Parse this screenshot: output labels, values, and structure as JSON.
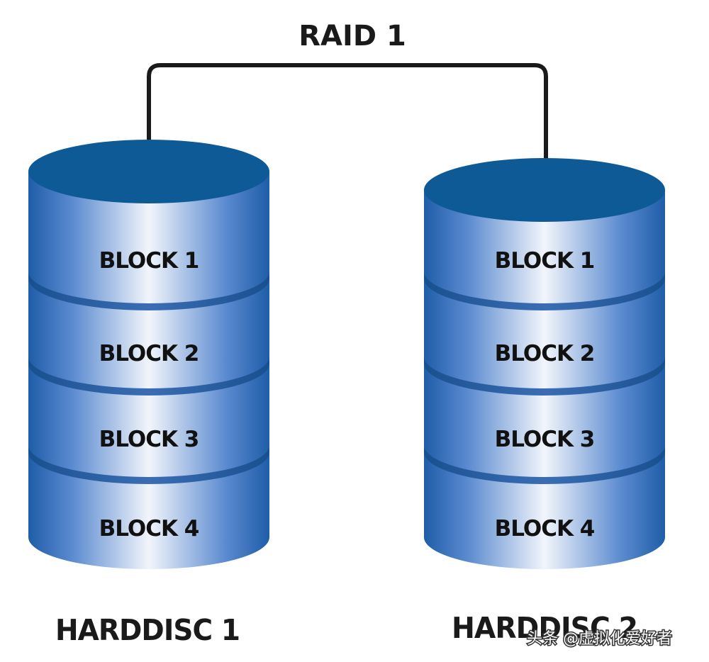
{
  "title": "RAID 1",
  "colors": {
    "disk_top": "#0d5a96",
    "disk_edge": "#1f5da8",
    "disk_mid": "#f2f5fb",
    "connector": "#1a1a1a"
  },
  "disks": [
    {
      "label": "HARDDISC 1",
      "blocks": [
        "BLOCK 1",
        "BLOCK 2",
        "BLOCK 3",
        "BLOCK 4"
      ]
    },
    {
      "label": "HARDDISC 2",
      "blocks": [
        "BLOCK 1",
        "BLOCK 2",
        "BLOCK 3",
        "BLOCK 4"
      ]
    }
  ],
  "watermark": {
    "text": "头条 @虚拟化爱好者"
  }
}
